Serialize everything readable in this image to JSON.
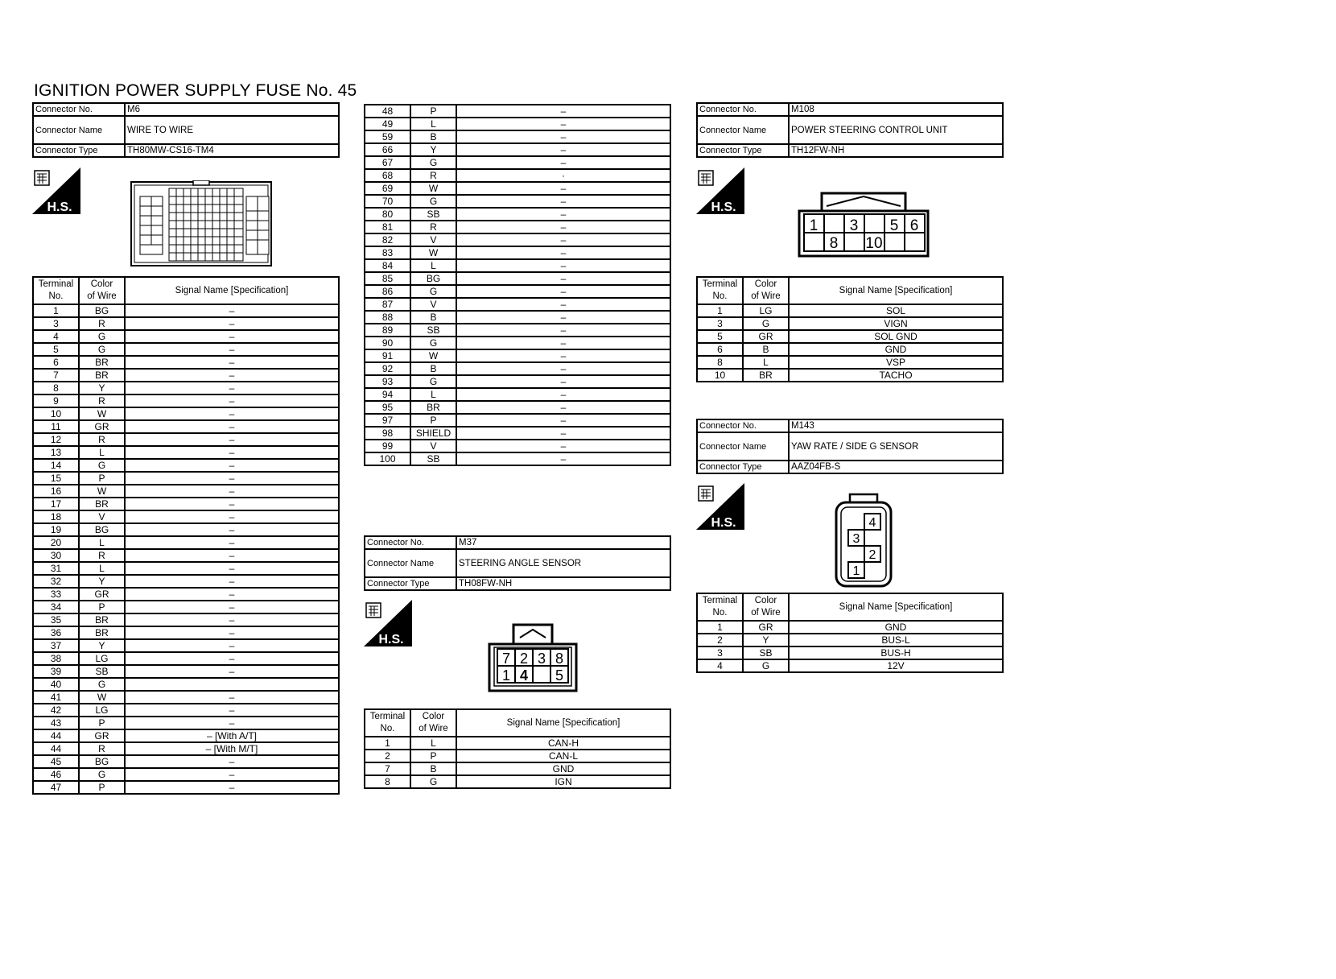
{
  "title": "IGNITION POWER SUPPLY FUSE No. 45",
  "labels": {
    "connector_no": "Connector No.",
    "connector_name": "Connector Name",
    "connector_type": "Connector Type",
    "terminal_no_l1": "Terminal",
    "terminal_no_l2": "No.",
    "color_l1": "Color",
    "color_l2": "of Wire",
    "signal": "Signal Name [Specification]",
    "hs": "H.S."
  },
  "m6": {
    "no": "M6",
    "name": "WIRE TO WIRE",
    "type": "TH80MW-CS16-TM4",
    "rows": [
      [
        "1",
        "BG",
        "–"
      ],
      [
        "3",
        "R",
        "–"
      ],
      [
        "4",
        "G",
        "–"
      ],
      [
        "5",
        "G",
        "–"
      ],
      [
        "6",
        "BR",
        "–"
      ],
      [
        "7",
        "BR",
        "–"
      ],
      [
        "8",
        "Y",
        "–"
      ],
      [
        "9",
        "R",
        "–"
      ],
      [
        "10",
        "W",
        "–"
      ],
      [
        "11",
        "GR",
        "–"
      ],
      [
        "12",
        "R",
        "–"
      ],
      [
        "13",
        "L",
        "–"
      ],
      [
        "14",
        "G",
        "–"
      ],
      [
        "15",
        "P",
        "–"
      ],
      [
        "16",
        "W",
        "–"
      ],
      [
        "17",
        "BR",
        "–"
      ],
      [
        "18",
        "V",
        "–"
      ],
      [
        "19",
        "BG",
        "–"
      ],
      [
        "20",
        "L",
        "–"
      ],
      [
        "30",
        "R",
        "–"
      ],
      [
        "31",
        "L",
        "–"
      ],
      [
        "32",
        "Y",
        "–"
      ],
      [
        "33",
        "GR",
        "–"
      ],
      [
        "34",
        "P",
        "–"
      ],
      [
        "35",
        "BR",
        "–"
      ],
      [
        "36",
        "BR",
        "–"
      ],
      [
        "37",
        "Y",
        "–"
      ],
      [
        "38",
        "LG",
        "–"
      ],
      [
        "39",
        "SB",
        "–"
      ],
      [
        "40",
        "G",
        ""
      ],
      [
        "41",
        "W",
        "–"
      ],
      [
        "42",
        "LG",
        "–"
      ],
      [
        "43",
        "P",
        "–"
      ],
      [
        "44",
        "GR",
        "– [With A/T]"
      ],
      [
        "44",
        "R",
        "– [With M/T]"
      ],
      [
        "45",
        "BG",
        "–"
      ],
      [
        "46",
        "G",
        "–"
      ],
      [
        "47",
        "P",
        "–"
      ]
    ],
    "rows_cont": [
      [
        "48",
        "P",
        "–"
      ],
      [
        "49",
        "L",
        "–"
      ],
      [
        "59",
        "B",
        "–"
      ],
      [
        "66",
        "Y",
        "–"
      ],
      [
        "67",
        "G",
        "–"
      ],
      [
        "68",
        "R",
        "·"
      ],
      [
        "69",
        "W",
        "–"
      ],
      [
        "70",
        "G",
        "–"
      ],
      [
        "80",
        "SB",
        "–"
      ],
      [
        "81",
        "R",
        "–"
      ],
      [
        "82",
        "V",
        "–"
      ],
      [
        "83",
        "W",
        "–"
      ],
      [
        "84",
        "L",
        "–"
      ],
      [
        "85",
        "BG",
        "–"
      ],
      [
        "86",
        "G",
        "–"
      ],
      [
        "87",
        "V",
        "–"
      ],
      [
        "88",
        "B",
        "–"
      ],
      [
        "89",
        "SB",
        "–"
      ],
      [
        "90",
        "G",
        "–"
      ],
      [
        "91",
        "W",
        "–"
      ],
      [
        "92",
        "B",
        "–"
      ],
      [
        "93",
        "G",
        "–"
      ],
      [
        "94",
        "L",
        "–"
      ],
      [
        "95",
        "BR",
        "–"
      ],
      [
        "97",
        "P",
        "–"
      ],
      [
        "98",
        "SHIELD",
        "–"
      ],
      [
        "99",
        "V",
        "–"
      ],
      [
        "100",
        "SB",
        "–"
      ]
    ]
  },
  "m37": {
    "no": "M37",
    "name": "STEERING ANGLE SENSOR",
    "type": "TH08FW-NH",
    "pins_top": [
      "7",
      "2",
      "3",
      "8"
    ],
    "pins_bottom": [
      "1",
      "4",
      "",
      "5"
    ],
    "rows": [
      [
        "1",
        "L",
        "CAN-H"
      ],
      [
        "2",
        "P",
        "CAN-L"
      ],
      [
        "7",
        "B",
        "GND"
      ],
      [
        "8",
        "G",
        "IGN"
      ]
    ]
  },
  "m108": {
    "no": "M108",
    "name": "POWER STEERING CONTROL UNIT",
    "type": "TH12FW-NH",
    "pins_top": [
      "1",
      "",
      "3",
      "",
      "5",
      "6"
    ],
    "pins_bottom": [
      "",
      "8",
      "",
      "10",
      "",
      ""
    ],
    "rows": [
      [
        "1",
        "LG",
        "SOL"
      ],
      [
        "3",
        "G",
        "VIGN"
      ],
      [
        "5",
        "GR",
        "SOL GND"
      ],
      [
        "6",
        "B",
        "GND"
      ],
      [
        "8",
        "L",
        "VSP"
      ],
      [
        "10",
        "BR",
        "TACHO"
      ]
    ]
  },
  "m143": {
    "no": "M143",
    "name": "YAW RATE / SIDE G SENSOR",
    "type": "AAZ04FB-S",
    "pins": [
      "4",
      "3",
      "2",
      "1"
    ],
    "rows": [
      [
        "1",
        "GR",
        "GND"
      ],
      [
        "2",
        "Y",
        "BUS-L"
      ],
      [
        "3",
        "SB",
        "BUS-H"
      ],
      [
        "4",
        "G",
        "12V"
      ]
    ]
  }
}
